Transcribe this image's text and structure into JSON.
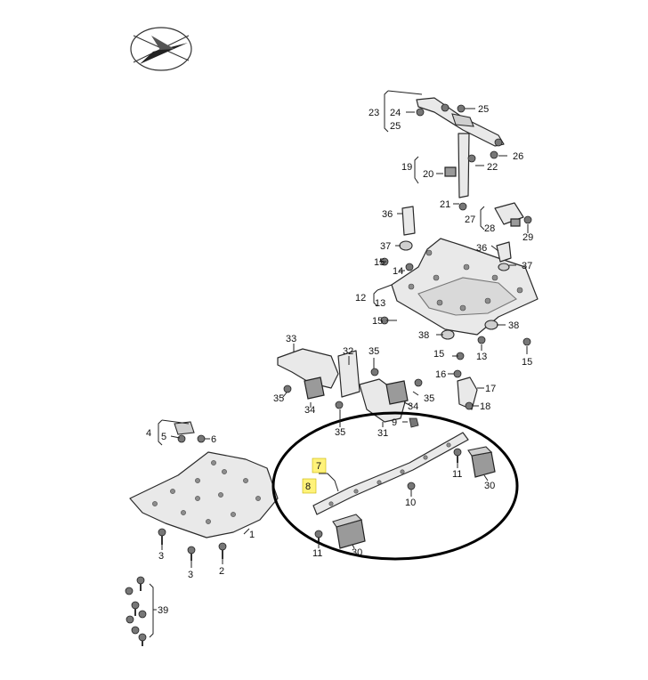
{
  "callouts": {
    "c1": "1",
    "c2": "2",
    "c3a": "3",
    "c3b": "3",
    "c4": "4",
    "c5": "5",
    "c6": "6",
    "c7": "7",
    "c8": "8",
    "c9": "9",
    "c10": "10",
    "c11a": "11",
    "c11b": "11",
    "c12": "12",
    "c13a": "13",
    "c13b": "13",
    "c14": "14",
    "c15a": "15",
    "c15b": "15",
    "c15c": "15",
    "c15d": "15",
    "c16": "16",
    "c17": "17",
    "c18": "18",
    "c19": "19",
    "c20": "20",
    "c21": "21",
    "c22": "22",
    "c23": "23",
    "c24": "24",
    "c25a": "25",
    "c25b": "25",
    "c26": "26",
    "c27": "27",
    "c28": "28",
    "c29": "29",
    "c30a": "30",
    "c30b": "30",
    "c31": "31",
    "c32": "32",
    "c33": "33",
    "c34a": "34",
    "c34b": "34",
    "c35a": "35",
    "c35b": "35",
    "c35c": "35",
    "c35d": "35",
    "c36a": "36",
    "c36b": "36",
    "c37a": "37",
    "c37b": "37",
    "c38a": "38",
    "c38b": "38",
    "c39": "39"
  },
  "highlight_color": "#fff27a",
  "ellipse_color": "#000000",
  "orientation_icon": "compass-arrow-icon"
}
